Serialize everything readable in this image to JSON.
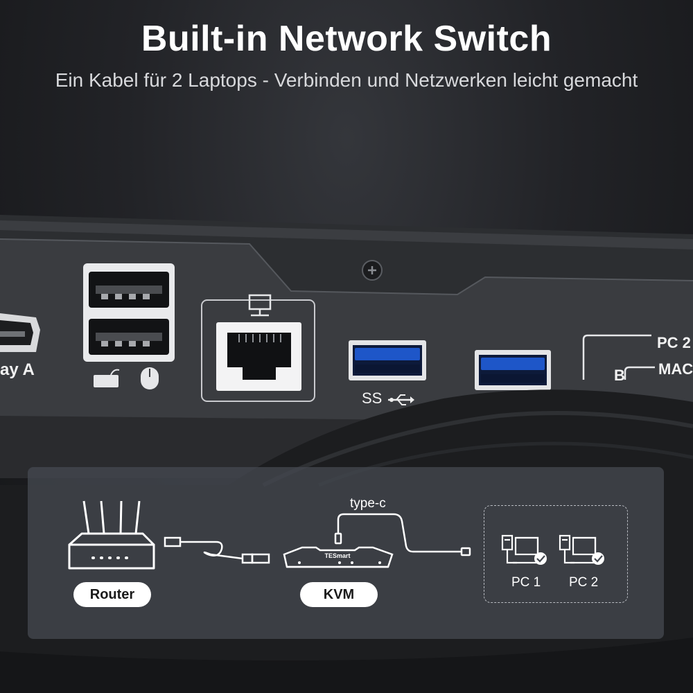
{
  "header": {
    "title": "Built-in Network Switch",
    "subtitle": "Ein Kabel für 2 Laptops - Verbinden und Netzwerken leicht gemacht"
  },
  "device": {
    "port_label_left": "ay A",
    "usb_ss_label": "SS",
    "label_pc2": "PC 2",
    "label_mac": "MAC",
    "label_b": "B",
    "screw_icon": "screw-icon",
    "lan_icon": "network-icon"
  },
  "diagram": {
    "router_label": "Router",
    "kvm_label": "KVM",
    "cable_label": "type-c",
    "kvm_brand": "TESmart",
    "pcs": [
      {
        "label": "PC 1"
      },
      {
        "label": "PC 2"
      }
    ]
  },
  "colors": {
    "usb3_blue": "#1e56c8",
    "panel": "#444850",
    "text_white": "#ffffff"
  }
}
